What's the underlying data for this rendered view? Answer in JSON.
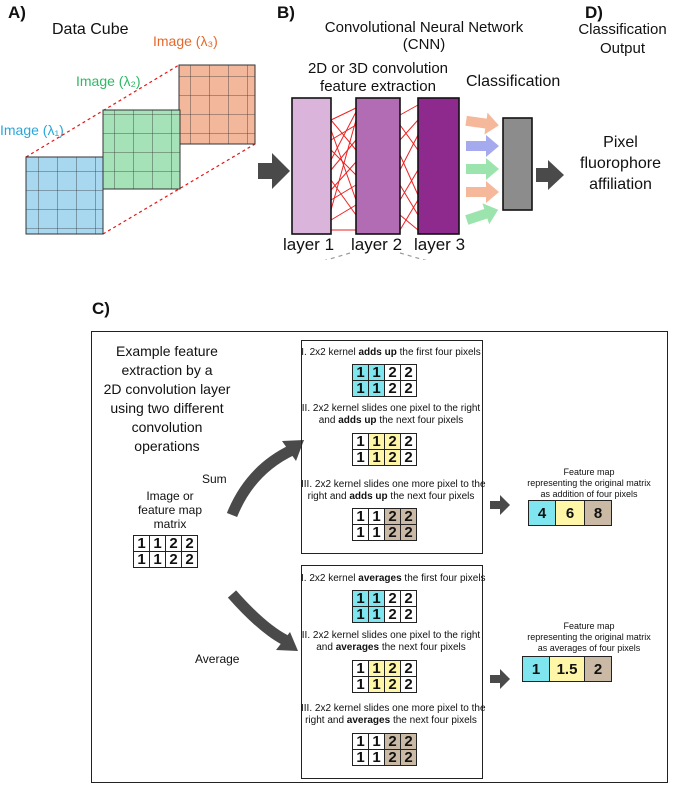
{
  "panels": {
    "a": "A)",
    "b": "B)",
    "c": "C)",
    "d": "D)"
  },
  "data_cube": {
    "title": "Data Cube",
    "image1": "Image (λ₁)",
    "image2": "Image (λ₂)",
    "image3": "Image (λ₃)",
    "colors": {
      "image1": "#a7d8f0",
      "image2": "#a6e2b8",
      "image3": "#f3b79c",
      "image1_text": "#2aa7d8",
      "image2_text": "#2fb866",
      "image3_text": "#e8672a"
    }
  },
  "cnn": {
    "title_line1": "Convolutional Neural Network",
    "title_line2": "(CNN)",
    "feature_line1": "2D or 3D convolution",
    "feature_line2": "feature extraction",
    "classification": "Classification",
    "layer1": "layer 1",
    "layer2": "layer 2",
    "layer3": "layer 3",
    "colors": {
      "layer1": "#dbb4dc",
      "layer2": "#b26cb4",
      "layer3": "#8e2a8e",
      "classifier": "#8c8c8c"
    }
  },
  "output": {
    "title_line1": "Classification",
    "title_line2": "Output",
    "result_line1": "Pixel",
    "result_line2": "fluorophore",
    "result_line3": "affiliation"
  },
  "example": {
    "intro_lines": [
      "Example feature",
      "extraction by a",
      "2D convolution layer",
      "using two different",
      "convolution",
      "operations"
    ],
    "input_lines": [
      "Image or",
      "feature map",
      "matrix"
    ],
    "sum_label": "Sum",
    "average_label": "Average",
    "matrix": [
      [
        "1",
        "1",
        "2",
        "2"
      ],
      [
        "1",
        "1",
        "2",
        "2"
      ]
    ]
  },
  "sum": {
    "step1_pre": "I. 2x2 kernel ",
    "step1_bold": "adds up",
    "step1_post": " the first four pixels",
    "step2_line1": "II. 2x2 kernel slides one pixel to the right",
    "step2_pre": "and ",
    "step2_bold": "adds up",
    "step2_post": " the next four pixels",
    "step3_line1": "III. 2x2 kernel slides one more pixel to the",
    "step3_pre": "right and ",
    "step3_bold": "adds up",
    "step3_post": " the next four pixels",
    "fm_line1": "Feature map",
    "fm_line2": "representing the original matrix",
    "fm_line3": "as addition of four pixels",
    "fm_values": [
      "4",
      "6",
      "8"
    ]
  },
  "avg": {
    "step1_pre": "I. 2x2 kernel ",
    "step1_bold": "averages",
    "step1_post": " the first four pixels",
    "step2_line1": "II. 2x2 kernel slides one pixel to the right",
    "step2_pre": "and ",
    "step2_bold": "averages",
    "step2_post": " the next four pixels",
    "step3_line1": "III. 2x2 kernel slides one more pixel to the",
    "step3_pre": "right and ",
    "step3_bold": "averages",
    "step3_post": " the next four pixels",
    "fm_line1": "Feature map",
    "fm_line2": "representing the original matrix",
    "fm_line3": "as averages of four pixels",
    "fm_values": [
      "1",
      "1.5",
      "2"
    ]
  }
}
